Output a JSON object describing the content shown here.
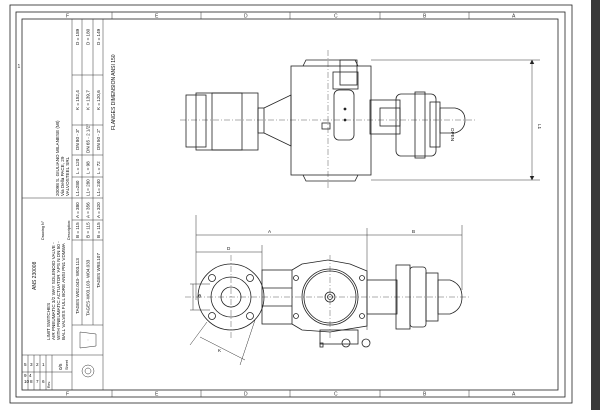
{
  "drawing": {
    "zones_top": [
      "F",
      "E",
      "D",
      "C",
      "B",
      "A"
    ],
    "zones_bottom": [
      "F",
      "E",
      "D",
      "C",
      "B",
      "A"
    ],
    "zone_side": "1",
    "flanges_title": "FLANGES DIMENSION ANSI 150",
    "flange_table": [
      {
        "D": "D = 149",
        "K": "K = 120,6",
        "DN": "DN 50 - 2\"",
        "L": "L = 72",
        "L1": "L1= 240",
        "A": "A = 320",
        "B": "B = 115",
        "tags": "TAGES W93.107"
      },
      {
        "D": "D = 180",
        "K": "K = 139,7",
        "DN": "DN 65 - 2 1/2\"",
        "L": "L = 98",
        "L1": "L1= 280",
        "A": "A = 356",
        "B": "B = 115",
        "tags": "TAGES-W03.103- W04.033"
      },
      {
        "D": "D = 189",
        "K": "K = 152,4",
        "DN": "DN 80 - 3\"",
        "L": "L = 120",
        "L1": "L1=280",
        "A": "A = 380",
        "B": "B = 115",
        "tags": "TAGES W02.043- W03.113"
      }
    ],
    "company": [
      "VALVOSTEEL SRL",
      "Via Della PACE, 29",
      "20098 S. GIULIANO MILANESE (MI)"
    ],
    "description_label": "Description:",
    "description": [
      "BALL VALVES FULL BORE ANSI PN1 VDMWA",
      "WITH PNEUMATIC ACTUATOR 'APS N DN 50 -",
      "AIR PNEUMATIC 3/2 WAY SOLENOID VALVE -",
      "LIMIT SWITCHES"
    ],
    "drawing_no_label": "Drawing N°",
    "drawing_no": "ANS 230008",
    "sheet_label": "Sheet",
    "sheet": "0/5",
    "rev_label": "Rev.",
    "rev_grid": [
      "1",
      "2",
      "3",
      "4",
      "5",
      "6",
      "7",
      "8",
      "9",
      "10"
    ],
    "dims": {
      "L1": "L1",
      "A": "A",
      "B": "B",
      "D": "D",
      "K": "K",
      "phi": "Φ"
    },
    "open_label": "OPEN"
  }
}
